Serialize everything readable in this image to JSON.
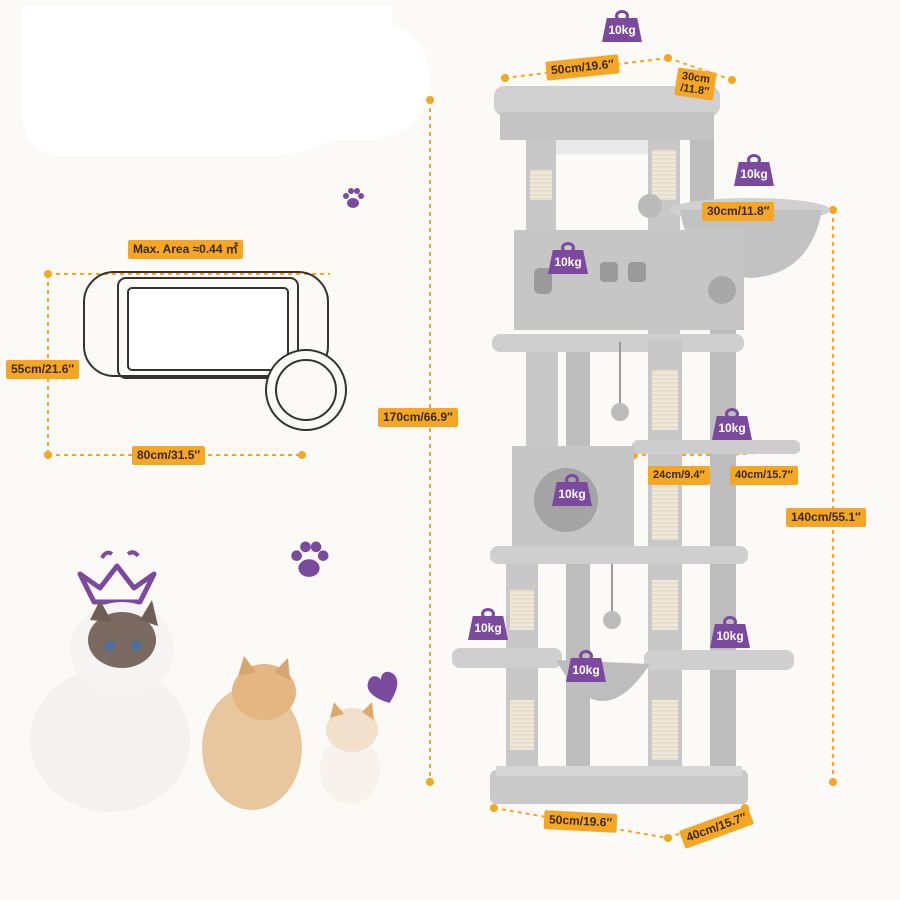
{
  "colors": {
    "accent": "#f5a623",
    "weight": "#7b4a9e",
    "fur": "#c9c9c9",
    "sisal": "#efe8d8"
  },
  "footprint": {
    "area_label": "Max. Area ≈0.44 ㎡",
    "depth_label": "55cm/21.6″",
    "width_label": "80cm/31.5″"
  },
  "tree": {
    "top_width": "50cm/19.6″",
    "top_depth": "30cm\n/11.8″",
    "basket_width": "30cm/11.8″",
    "perch_depth": "24cm/9.4″",
    "perch_width": "40cm/15.7″",
    "total_height": "170cm/66.9″",
    "right_height": "140cm/55.1″",
    "base_width": "50cm/19.6″",
    "base_depth": "40cm/15.7″"
  },
  "weights": {
    "top": "10kg",
    "basket": "10kg",
    "condo_upper": "10kg",
    "perch": "10kg",
    "condo_lower": "10kg",
    "left_platform": "10kg",
    "hammock": "10kg",
    "right_platform": "10kg"
  },
  "icons": [
    "paw-icon",
    "crown-icon",
    "heart-icon",
    "weight-icon"
  ]
}
